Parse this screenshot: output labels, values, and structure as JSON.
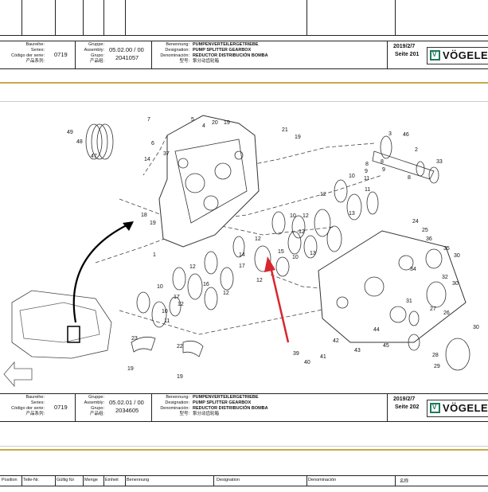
{
  "top_header": {
    "labels": [
      "Baureihe:",
      "Series:",
      "Código der serie:",
      "产品系列:"
    ],
    "series_value": "0719",
    "gruppe_labels": [
      "Gruppe:",
      "Assembly:",
      "Grupo:",
      "产品组:"
    ],
    "assembly_value": "05.02.00 / 00",
    "group_value": "2041057",
    "benennung_labels": [
      "Benennung:",
      "Designation:",
      "Denominación:",
      "型号:"
    ],
    "name_de": "PUMPENVERTEILERGETRIEBE",
    "name_en": "PUMP SPLITTER GEARBOX",
    "name_es": "REDUCTOR DISTRIBUCIÓN BOMBA",
    "name_zh": "泵分动齿轮箱",
    "date": "2019/2/7",
    "page": "Seite 201",
    "brand": "VÖGELE"
  },
  "bottom_header": {
    "series_value": "0719",
    "assembly_value": "05.02.01 / 00",
    "group_value": "2034605",
    "name_de": "PUMPENVERTEILERGETRIEBE",
    "name_en": "PUMP SPLITTER GEARBOX",
    "name_es": "REDUCTOR DISTRIBUCIÓN BOMBA",
    "name_zh": "泵分动齿轮箱",
    "date": "2019/2/7",
    "page": "Seite 202",
    "brand": "VÖGELE"
  },
  "footer_columns": [
    "Position",
    "Teile-Nr.",
    "Gültig für",
    "Menge",
    "Einheit",
    "Benennung",
    "Designation",
    "Denominación",
    "名称"
  ],
  "callouts": [
    "49",
    "48",
    "47",
    "7",
    "6",
    "5",
    "4",
    "20",
    "19",
    "21",
    "19",
    "3",
    "46",
    "2",
    "33",
    "37",
    "14",
    "11",
    "9",
    "8",
    "10",
    "8",
    "9",
    "12",
    "10",
    "12",
    "13",
    "18",
    "19",
    "11",
    "1",
    "12",
    "13",
    "10",
    "15",
    "24",
    "25",
    "36",
    "12",
    "17",
    "14",
    "12",
    "16",
    "12",
    "10",
    "34",
    "35",
    "30",
    "32",
    "30",
    "31",
    "26",
    "27",
    "12",
    "17",
    "10",
    "11",
    "28",
    "29",
    "23",
    "22",
    "19",
    "19",
    "39",
    "40",
    "41",
    "42",
    "43",
    "44",
    "45",
    "30"
  ]
}
